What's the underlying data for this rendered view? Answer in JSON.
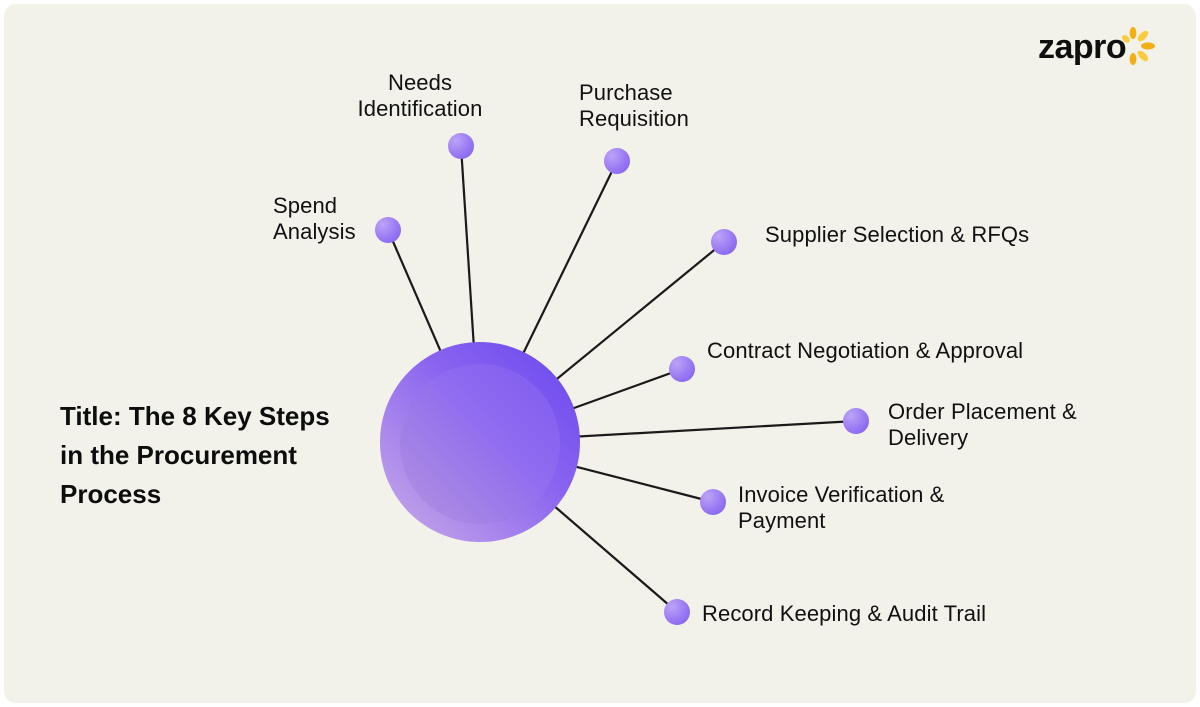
{
  "page": {
    "background": "#ffffff",
    "board_background": "#F2F1EA"
  },
  "logo": {
    "text": "zapro",
    "spark_color_dark": "#F2AF17",
    "spark_color_light": "#FBCB3F"
  },
  "title": {
    "text": "Title: The 8 Key Steps in the Procurement Process"
  },
  "diagram": {
    "type": "radial-mindmap",
    "line_color": "#1A1A1A",
    "center_gradient_dark": "#6847EE",
    "center_gradient_light": "#CBADE7",
    "node_gradient_light": "#BBA4F7",
    "node_gradient_dark": "#7B58EF",
    "nodes": [
      {
        "label": "Needs Identification"
      },
      {
        "label": "Purchase Requisition"
      },
      {
        "label": "Spend Analysis"
      },
      {
        "label": "Supplier Selection & RFQs"
      },
      {
        "label": "Contract Negotiation & Approval"
      },
      {
        "label": "Order Placement & Delivery"
      },
      {
        "label": "Invoice Verification & Payment"
      },
      {
        "label": "Record Keeping & Audit Trail"
      }
    ]
  }
}
